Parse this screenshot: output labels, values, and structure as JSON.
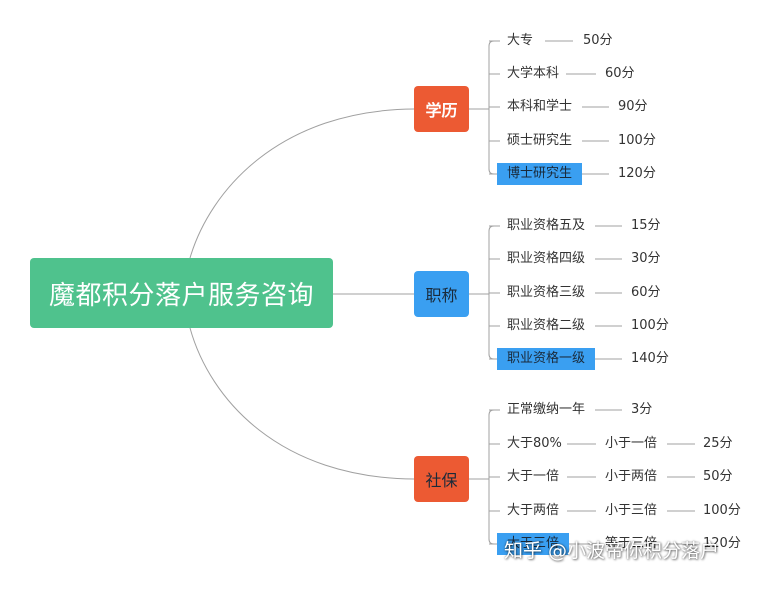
{
  "root": {
    "label": "魔都积分落户服务咨询"
  },
  "branches": {
    "xueli": {
      "label": "学历",
      "items": [
        {
          "label": "大专",
          "value": "50分"
        },
        {
          "label": "大学本科",
          "value": "60分"
        },
        {
          "label": "本科和学士",
          "value": "90分"
        },
        {
          "label": "硕士研究生",
          "value": "100分"
        },
        {
          "label": "博士研究生",
          "value": "120分",
          "highlight": true
        }
      ]
    },
    "zhicheng": {
      "label": "职称",
      "items": [
        {
          "label": "职业资格五及",
          "value": "15分"
        },
        {
          "label": "职业资格四级",
          "value": "30分"
        },
        {
          "label": "职业资格三级",
          "value": "60分"
        },
        {
          "label": "职业资格二级",
          "value": "100分"
        },
        {
          "label": "职业资格一级",
          "value": "140分",
          "highlight": true
        }
      ]
    },
    "shebao": {
      "label": "社保",
      "items": [
        {
          "label": "正常缴纳一年",
          "value": "3分"
        },
        {
          "label": "大于80%",
          "sub": "小于一倍",
          "value": "25分"
        },
        {
          "label": "大于一倍",
          "sub": "小于两倍",
          "value": "50分"
        },
        {
          "label": "大于两倍",
          "sub": "小于三倍",
          "value": "100分"
        },
        {
          "label": "大于三倍",
          "sub": "等于三倍",
          "value": "120分",
          "highlight": true
        }
      ]
    }
  },
  "watermark": "知乎 @小波帝你积分落户",
  "colors": {
    "root": "#4fc28d",
    "xueli": "#ec5a33",
    "zhicheng": "#3a9ff1",
    "shebao": "#ec5a33",
    "highlight": "#3a9ff1",
    "connector": "#a0a0a0"
  }
}
